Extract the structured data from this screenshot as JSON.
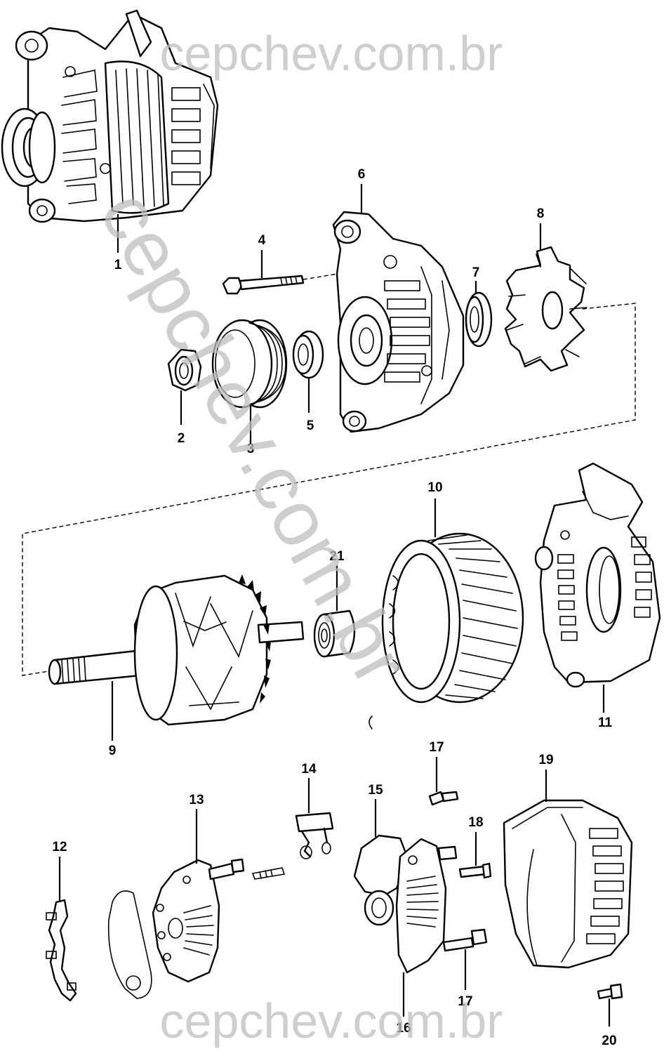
{
  "watermark": {
    "top_text": "cepchev.com.br",
    "diagonal_text": "cepchev.com.br",
    "bottom_text": "cepchev.com.br",
    "color": "#bdbdbd"
  },
  "callouts": {
    "p1": "1",
    "p2": "2",
    "p3": "3",
    "p4": "4",
    "p5": "5",
    "p6": "6",
    "p7": "7",
    "p8": "8",
    "p9": "9",
    "p10": "10",
    "p11": "11",
    "p12": "12",
    "p13": "13",
    "p14": "14",
    "p15": "15",
    "p16": "16",
    "p17a": "17",
    "p17b": "17",
    "p18": "18",
    "p19": "19",
    "p20": "20",
    "p21": "21"
  }
}
